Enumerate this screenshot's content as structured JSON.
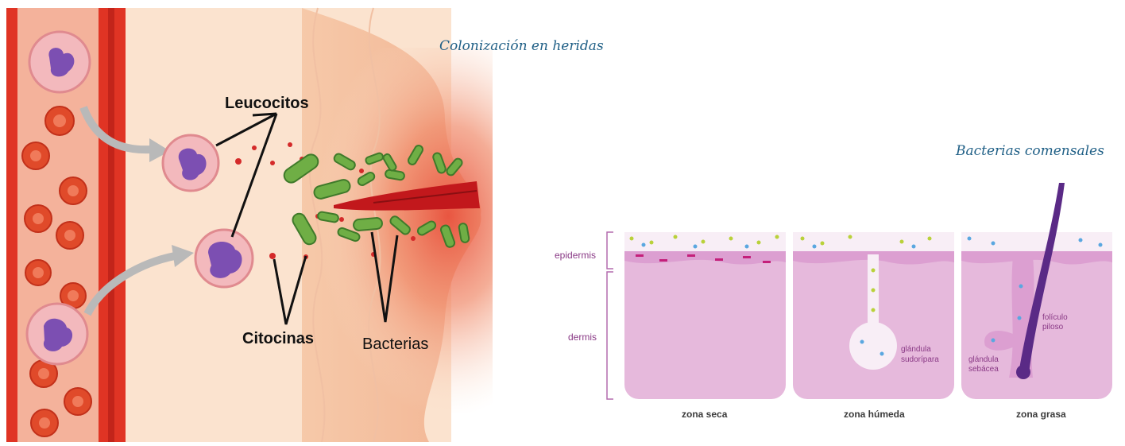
{
  "wound_diagram": {
    "title": "Colonización en heridas",
    "labels": {
      "leukocytes": "Leucocitos",
      "cytokines": "Citocinas",
      "bacteria": "Bacterias"
    }
  },
  "skin_diagram": {
    "title": "Bacterias comensales",
    "layer_labels": {
      "epidermis": "epidermis",
      "dermis": "dermis"
    },
    "zones": [
      {
        "name": "zona seca"
      },
      {
        "name": "zona húmeda",
        "structure_lines": [
          "glándula",
          "sudorípara"
        ]
      },
      {
        "name": "zona grasa",
        "structure_lines": [
          "folículo",
          "piloso"
        ],
        "structure2_lines": [
          "glándula",
          "sebácea"
        ]
      }
    ]
  },
  "colors": {
    "vessel": "#e03424",
    "tissue": "#fbe3cf",
    "wound": "#e8503c",
    "bacteria": "#6fae45",
    "skin_pink": "#e6b9dc",
    "title_blue": "#1f5f86"
  }
}
